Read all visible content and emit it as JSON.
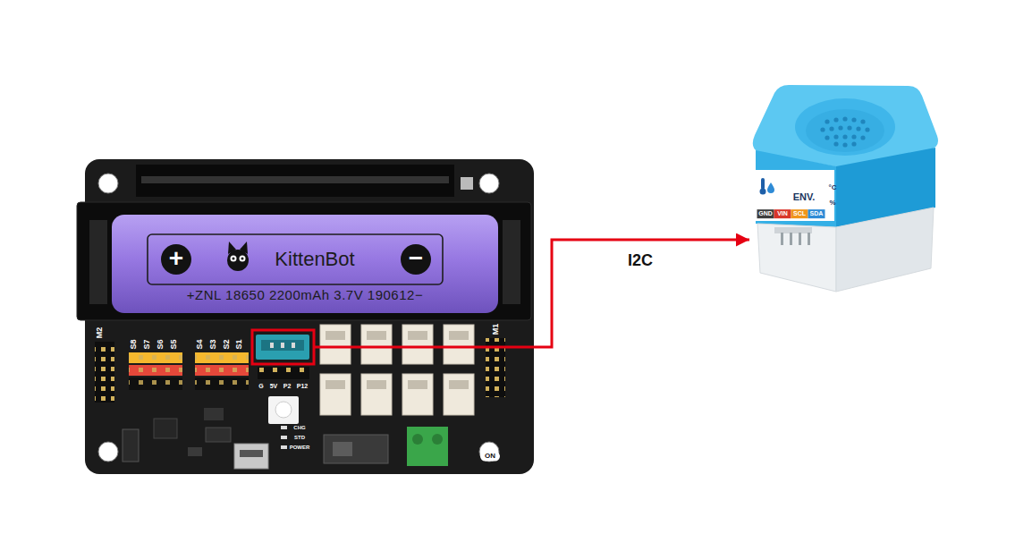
{
  "diagram": {
    "nodes": [
      {
        "text": [
          "S8",
          "S7",
          "S6",
          "S5",
          "S4",
          "S3",
          "S2",
          "S1",
          "M2",
          "M1",
          "G",
          "5V",
          "P2",
          "P12",
          "CHG",
          "STD",
          "POWER",
          "ON"
        ]
      },
      {
        "text": [
          "+",
          "KittenBot",
          "−",
          "+ZNL 18650 2200mAh 3.7V 190612−"
        ],
        "in": 0
      },
      {
        "text": [
          "ENV.",
          "°C",
          "%",
          "GND",
          "VIN",
          "SCL",
          "SDA"
        ]
      }
    ],
    "edges": [
      {
        "from": 0,
        "to": 2,
        "label": "I2C",
        "arrow": "to"
      }
    ]
  }
}
